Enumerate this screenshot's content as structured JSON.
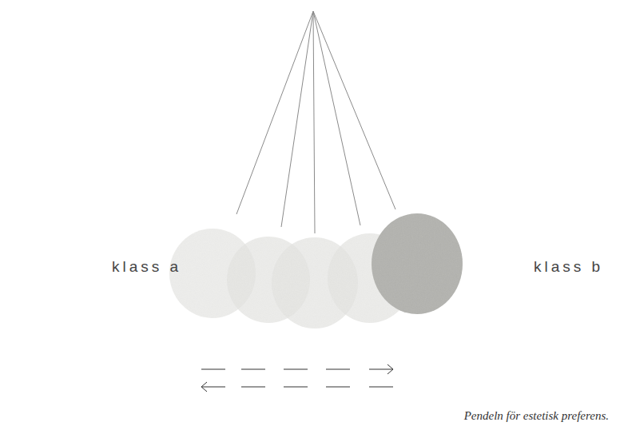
{
  "diagram": {
    "caption": "Pendeln för estetisk preferens.",
    "labels": [
      "klass a",
      "klass b"
    ]
  }
}
